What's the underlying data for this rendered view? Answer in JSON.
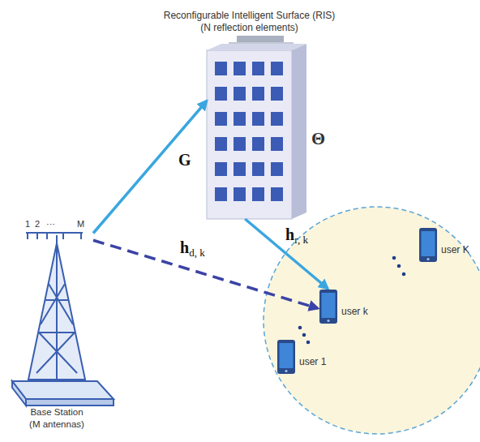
{
  "diagram": {
    "nodes": [
      {
        "text": [
          "Reconfigurable Intelligent Surface (RIS)",
          "(N reflection elements)"
        ]
      },
      {
        "text": [
          "Base Station",
          "(M antennas)"
        ]
      },
      {
        "text": [
          "user K"
        ]
      },
      {
        "text": [
          "user k"
        ]
      },
      {
        "text": [
          "user 1"
        ]
      }
    ],
    "edges": [
      {
        "from": 1,
        "to": 0,
        "label": "G",
        "arrow": "to"
      },
      {
        "from": 0,
        "to": 3,
        "label": "hr, k",
        "arrow": "to"
      },
      {
        "from": 1,
        "to": 3,
        "label": "hd, k",
        "arrow": "to"
      }
    ],
    "labels": [
      "Θ",
      "1",
      "2",
      "···",
      "M"
    ]
  }
}
